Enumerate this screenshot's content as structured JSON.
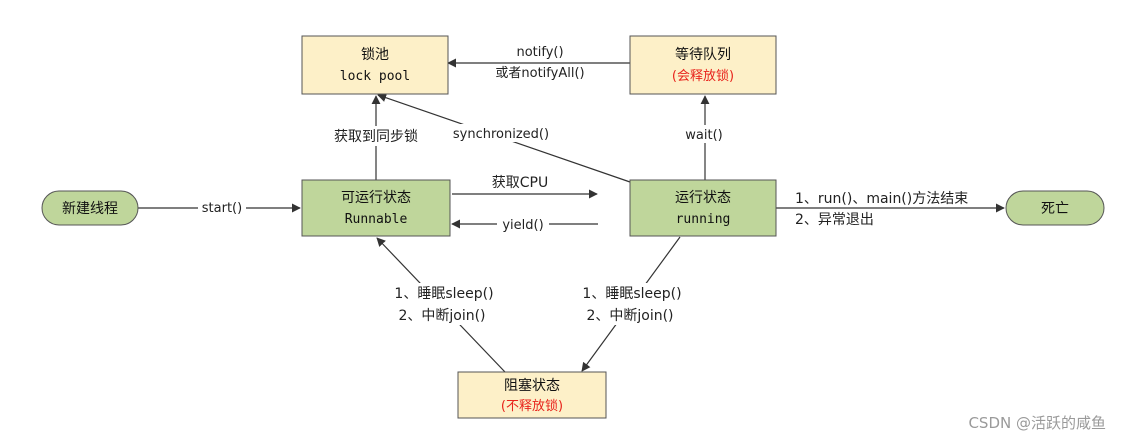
{
  "nodes": {
    "lock_pool": {
      "line1": "锁池",
      "line2": "lock pool"
    },
    "wait_queue": {
      "line1": "等待队列",
      "line2": "(会释放锁)"
    },
    "new_thread": {
      "label": "新建线程"
    },
    "runnable": {
      "line1": "可运行状态",
      "line2": "Runnable"
    },
    "running": {
      "line1": "运行状态",
      "line2": "running"
    },
    "dead": {
      "label": "死亡"
    },
    "blocked": {
      "line1": "阻塞状态",
      "line2": "(不释放锁)"
    }
  },
  "edges": {
    "notify_line1": "notify()",
    "notify_line2": "或者notifyAll()",
    "get_sync_lock": "获取到同步锁",
    "synchronized": "synchronized()",
    "wait": "wait()",
    "start": "start()",
    "get_cpu": "获取CPU",
    "yield": "yield()",
    "end_line1": "1、run()、main()方法结束",
    "end_line2": "2、异常退出",
    "left_sleep": "1、睡眠sleep()",
    "left_join": "2、中断join()",
    "right_sleep": "1、睡眠sleep()",
    "right_join": "2、中断join()"
  },
  "watermark": "CSDN @活跃的咸鱼",
  "colors": {
    "yellow_fill": "#fdf0c8",
    "green_fill": "#bfd69b",
    "red_text": "#e8241c",
    "stroke": "#555555"
  }
}
